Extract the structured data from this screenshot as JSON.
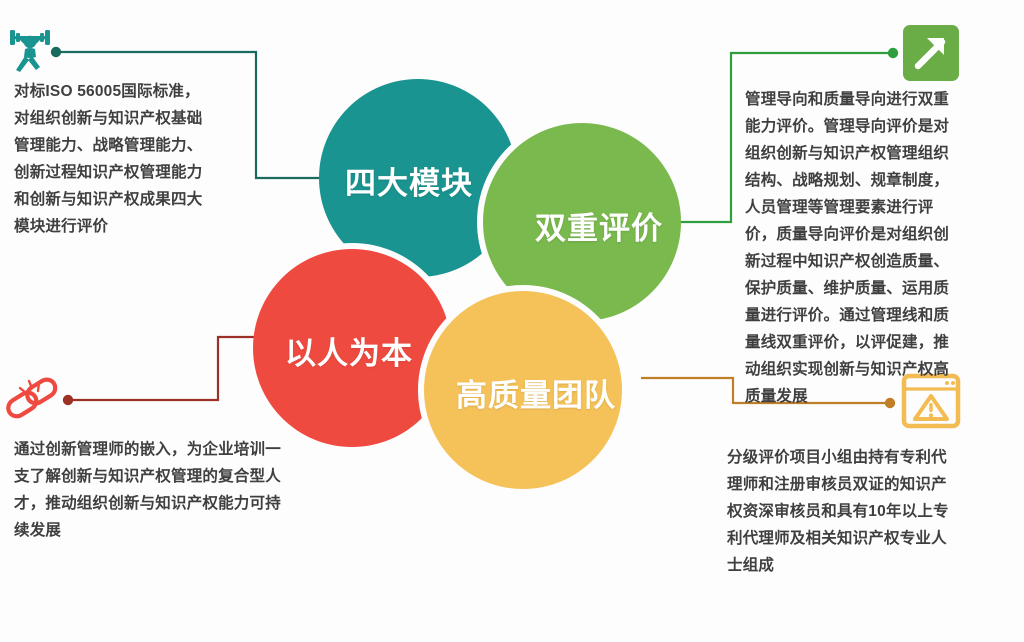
{
  "diagram": {
    "title_concept": "创新与知识产权分级评价体系",
    "background_color": "#fdfdfd",
    "text_color": "#3f3f3f"
  },
  "circles": [
    {
      "id": "modules",
      "label": "四大模块",
      "color": "#1a9490",
      "position": "top-left"
    },
    {
      "id": "dual-evaluation",
      "label": "双重评价",
      "color": "#79b94d",
      "position": "right"
    },
    {
      "id": "people-oriented",
      "label": "以人为本",
      "color": "#ef4a40",
      "position": "bottom-left"
    },
    {
      "id": "high-quality-team",
      "label": "高质量团队",
      "color": "#f5c259",
      "position": "bottom-right"
    }
  ],
  "callouts": [
    {
      "id": "top-left",
      "icon": "weightlifter-icon",
      "icon_color": "#1a9490",
      "connector_color": "#1a6b5e",
      "text": "对标ISO 56005国际标准，对组织创新与知识产权基础管理能力、战略管理能力、创新过程知识产权管理能力和创新与知识产权成果四大模块进行评价"
    },
    {
      "id": "bottom-left",
      "icon": "chain-link-icon",
      "icon_color": "#ef4a40",
      "connector_color": "#9e3127",
      "text": "通过创新管理师的嵌入，为企业培训一支了解创新与知识产权管理的复合型人才，推动组织创新与知识产权能力可持续发展"
    },
    {
      "id": "top-right",
      "icon": "arrow-up-right-icon",
      "icon_color": "#6aad47",
      "connector_color": "#2f9e3f",
      "text": "管理导向和质量导向进行双重能力评价。管理导向评价是对组织创新与知识产权管理组织结构、战略规划、规章制度，人员管理等管理要素进行评价，质量导向评价是对组织创新过程中知识产权创造质量、保护质量、维护质量、运用质量进行评价。通过管理线和质量线双重评价，以评促建，推动组织实现创新与知识产权高质量发展"
    },
    {
      "id": "bottom-right",
      "icon": "warning-window-icon",
      "icon_color": "#f3bc52",
      "connector_color": "#c07f26",
      "text": "分级评价项目小组由持有专利代理师和注册审核员双证的知识产权资深审核员和具有10年以上专利代理师及相关知识产权专业人士组成"
    }
  ]
}
